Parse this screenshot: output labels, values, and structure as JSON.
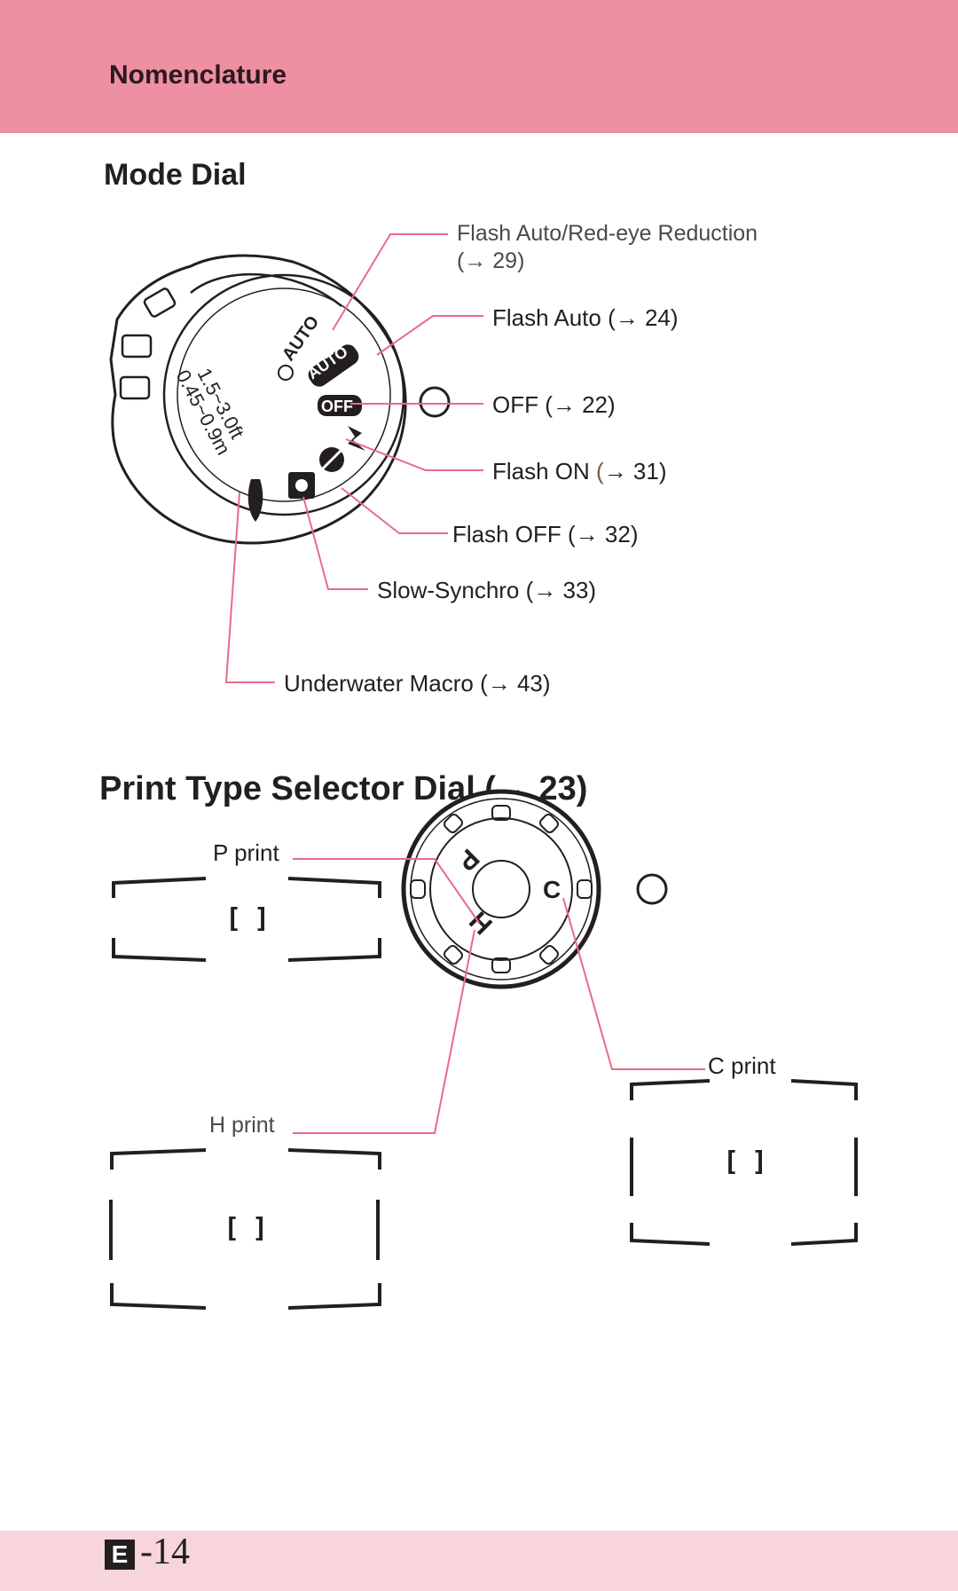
{
  "header": {
    "section": "Nomenclature"
  },
  "mode_dial": {
    "title": "Mode Dial",
    "callouts": {
      "flash_auto_redeye_line1": "Flash Auto/Red-eye Reduction",
      "flash_auto_redeye_line2": "(→ 29)",
      "flash_auto": "Flash Auto (→ 24)",
      "off": "OFF (→ 22)",
      "flash_on_label": "Flash ON ",
      "flash_on_ref_open": "(",
      "flash_on_ref_rest": "→ 31)",
      "flash_off": "Flash OFF (→ 32)",
      "slow_synchro": "Slow-Synchro (→ 33)",
      "underwater_macro": "Underwater Macro (→ 43)"
    },
    "dial_marks": {
      "auto_redeye": "AUTO",
      "auto": "AUTO",
      "off": "OFF",
      "range_1": "1.5~3.0ft",
      "range_2": "0.45~0.9m"
    }
  },
  "print_dial": {
    "title": "Print Type Selector Dial (→ 23)",
    "callouts": {
      "p_print": "P print",
      "c_print": "C print",
      "h_print": "H print"
    },
    "dial_marks": {
      "p": "P",
      "c": "C",
      "h": "H"
    },
    "viewfinder_mark": "[ ]"
  },
  "footer": {
    "badge": "E",
    "page": "-14"
  },
  "colors": {
    "header_pink": "#ef8fa2",
    "footer_pink": "#f7d5db",
    "leader_line": "#e96b86"
  }
}
